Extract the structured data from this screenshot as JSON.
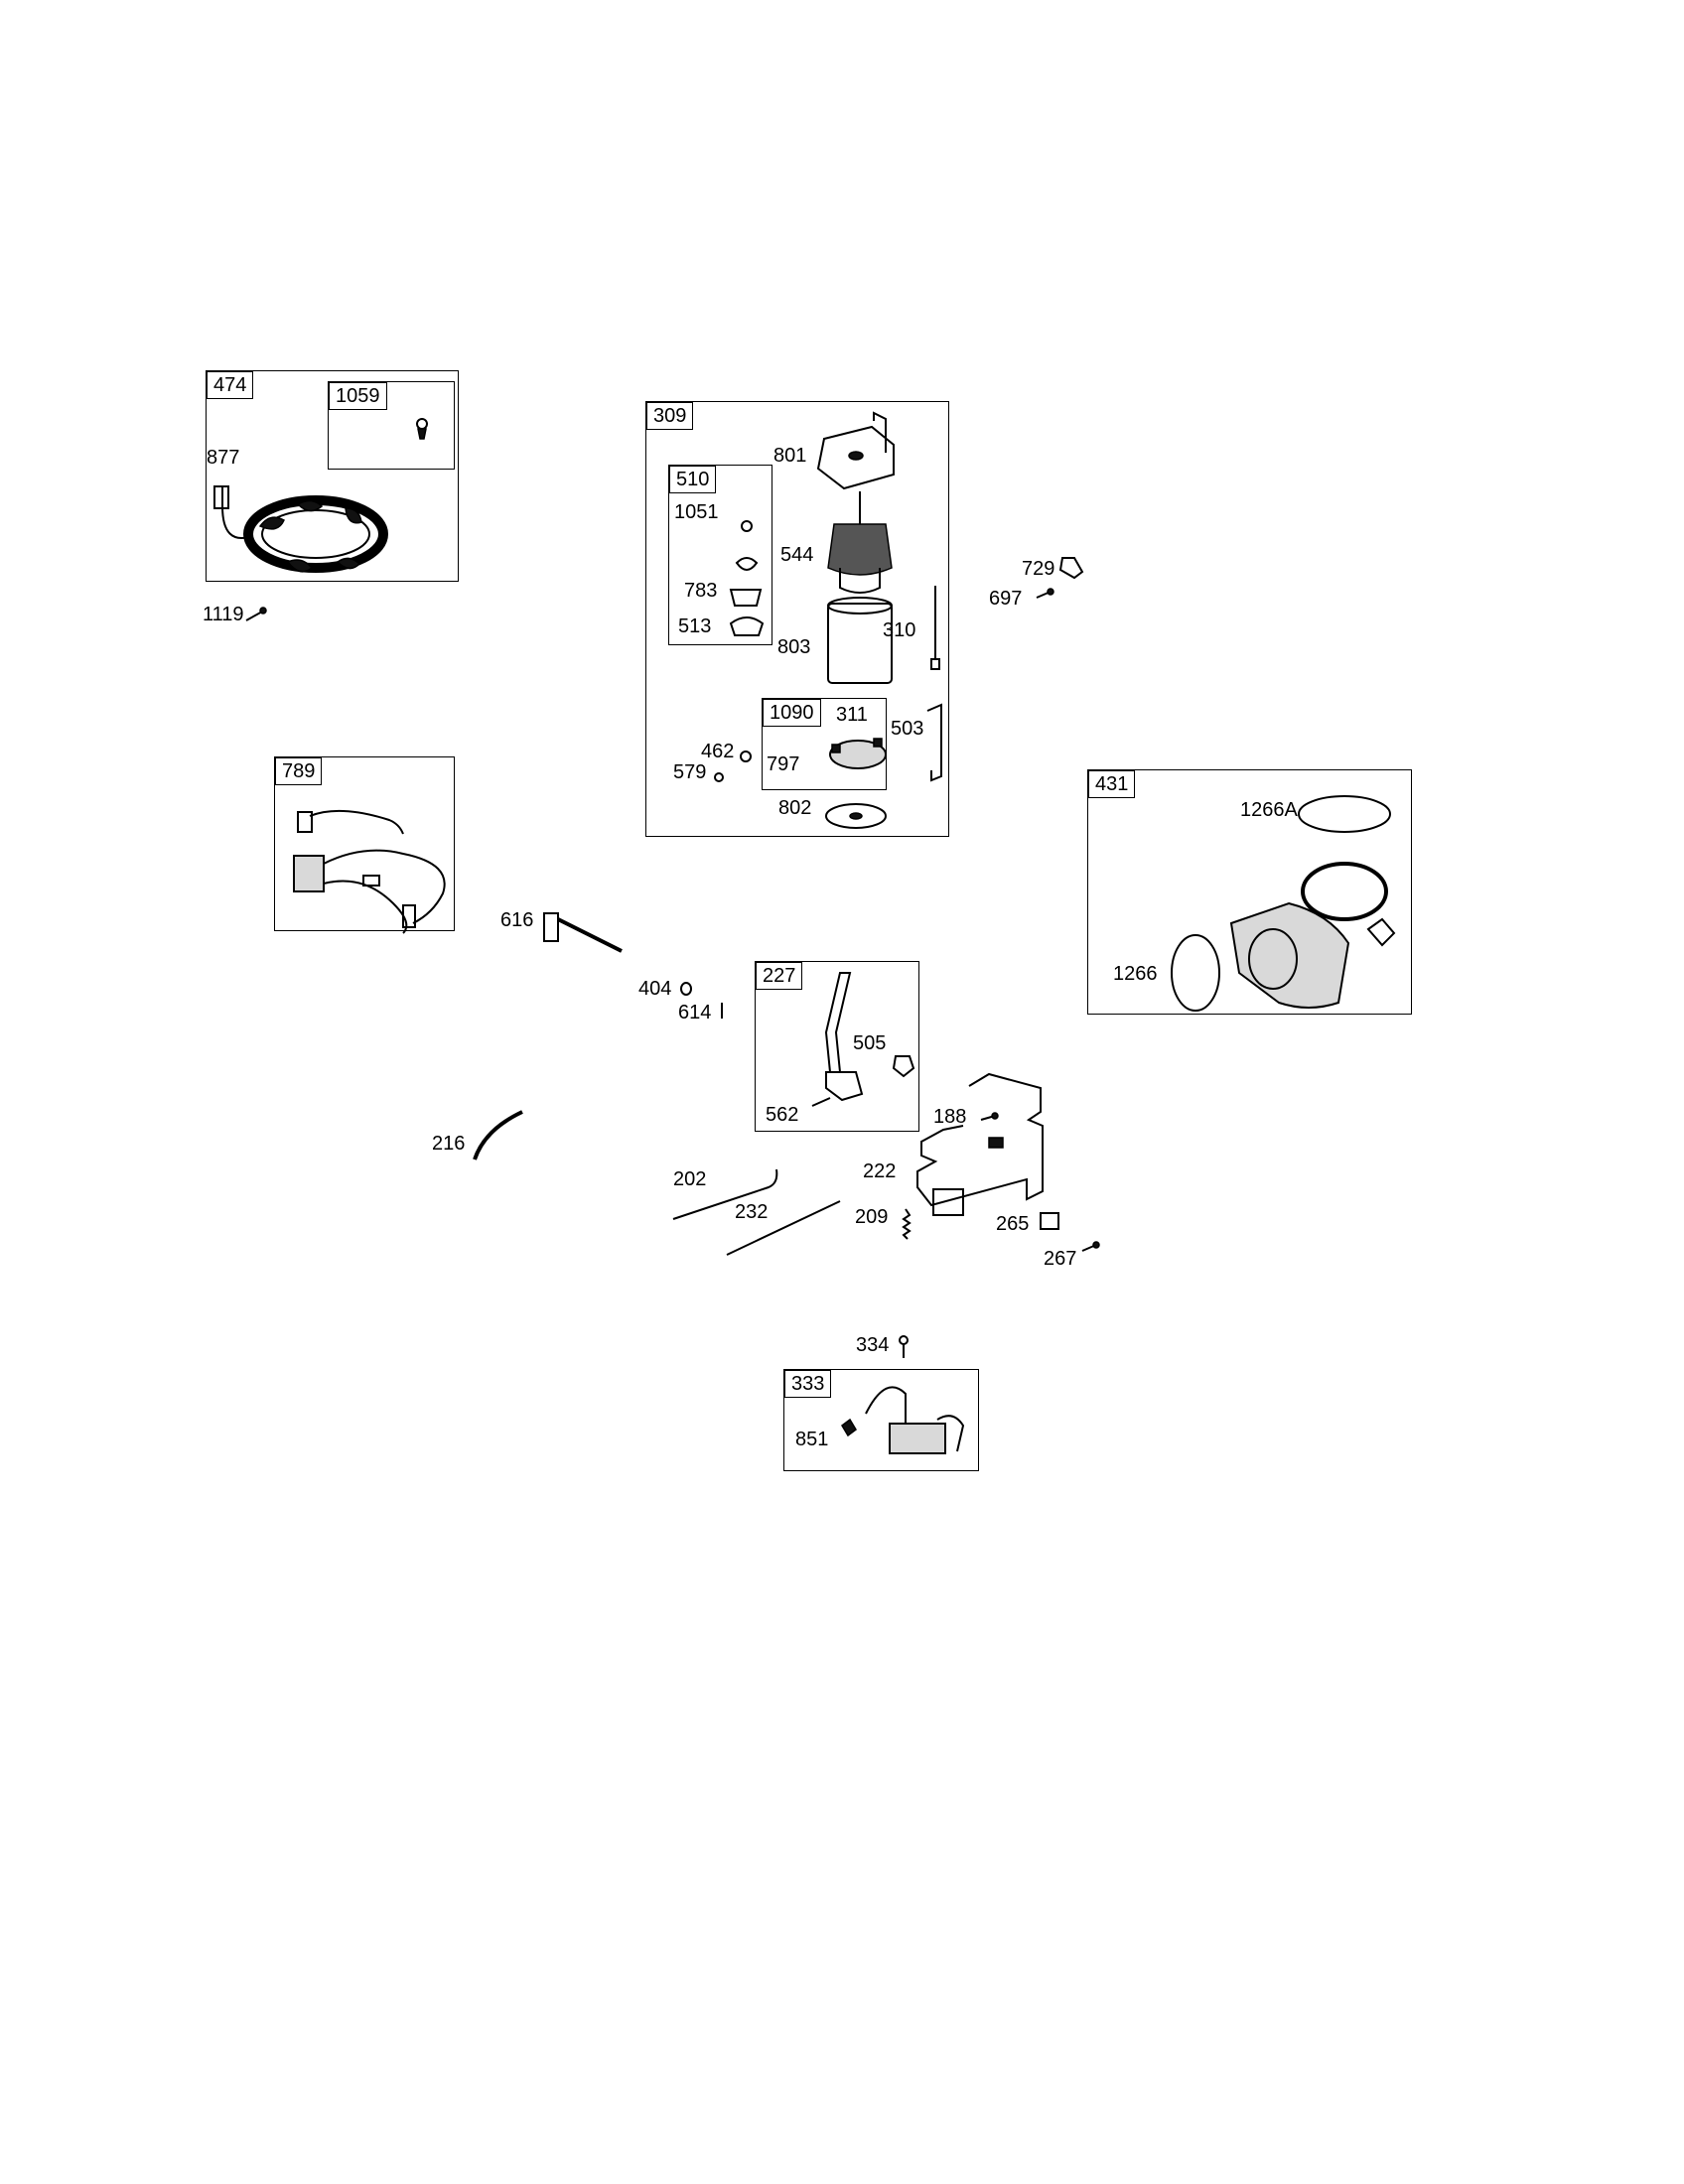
{
  "groups": {
    "g474": "474",
    "g1059": "1059",
    "g309": "309",
    "g510": "510",
    "g1090": "1090",
    "g789": "789",
    "g431": "431",
    "g227": "227",
    "g333": "333"
  },
  "labels": {
    "l877": "877",
    "l1119": "1119",
    "l801": "801",
    "l1051": "1051",
    "l544": "544",
    "l783": "783",
    "l513": "513",
    "l803": "803",
    "l310": "310",
    "l311": "311",
    "l503": "503",
    "l462": "462",
    "l579": "579",
    "l797": "797",
    "l802": "802",
    "l729": "729",
    "l697": "697",
    "l1266A": "1266A",
    "l1266": "1266",
    "l616": "616",
    "l404": "404",
    "l614": "614",
    "l505": "505",
    "l562": "562",
    "l188": "188",
    "l216": "216",
    "l202": "202",
    "l232": "232",
    "l222": "222",
    "l209": "209",
    "l265": "265",
    "l267": "267",
    "l334": "334",
    "l851": "851"
  }
}
